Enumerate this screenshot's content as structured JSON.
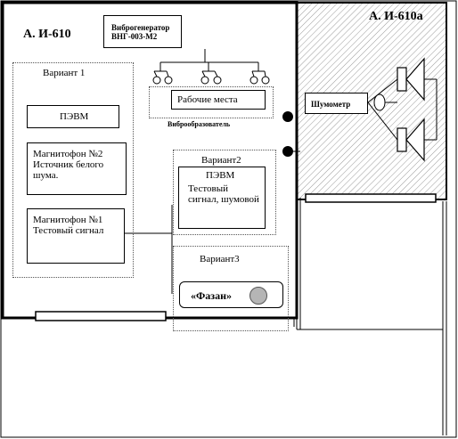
{
  "rooms": {
    "main": "А. И-610",
    "side": "А. И-610а"
  },
  "vibro": {
    "generator": "Виброгенератор ВНГ-003-М2",
    "workplaces": "Рабочие места",
    "transducers": "Виброобразователь"
  },
  "noise_generator": "Шумометр",
  "variant1": {
    "title": "Вариант 1",
    "pc": "ПЭВМ",
    "recorder2": "Магнитофон №2 Источник белого шума.",
    "recorder1": "Магнитофон №1 Тестовый сигнал"
  },
  "variant2": {
    "title": "Вариант2",
    "pc": "ПЭВМ",
    "desc": "Тестовый сигнал, шумовой"
  },
  "variant3": {
    "title": "Вариант3",
    "device": "«Фазан»"
  }
}
